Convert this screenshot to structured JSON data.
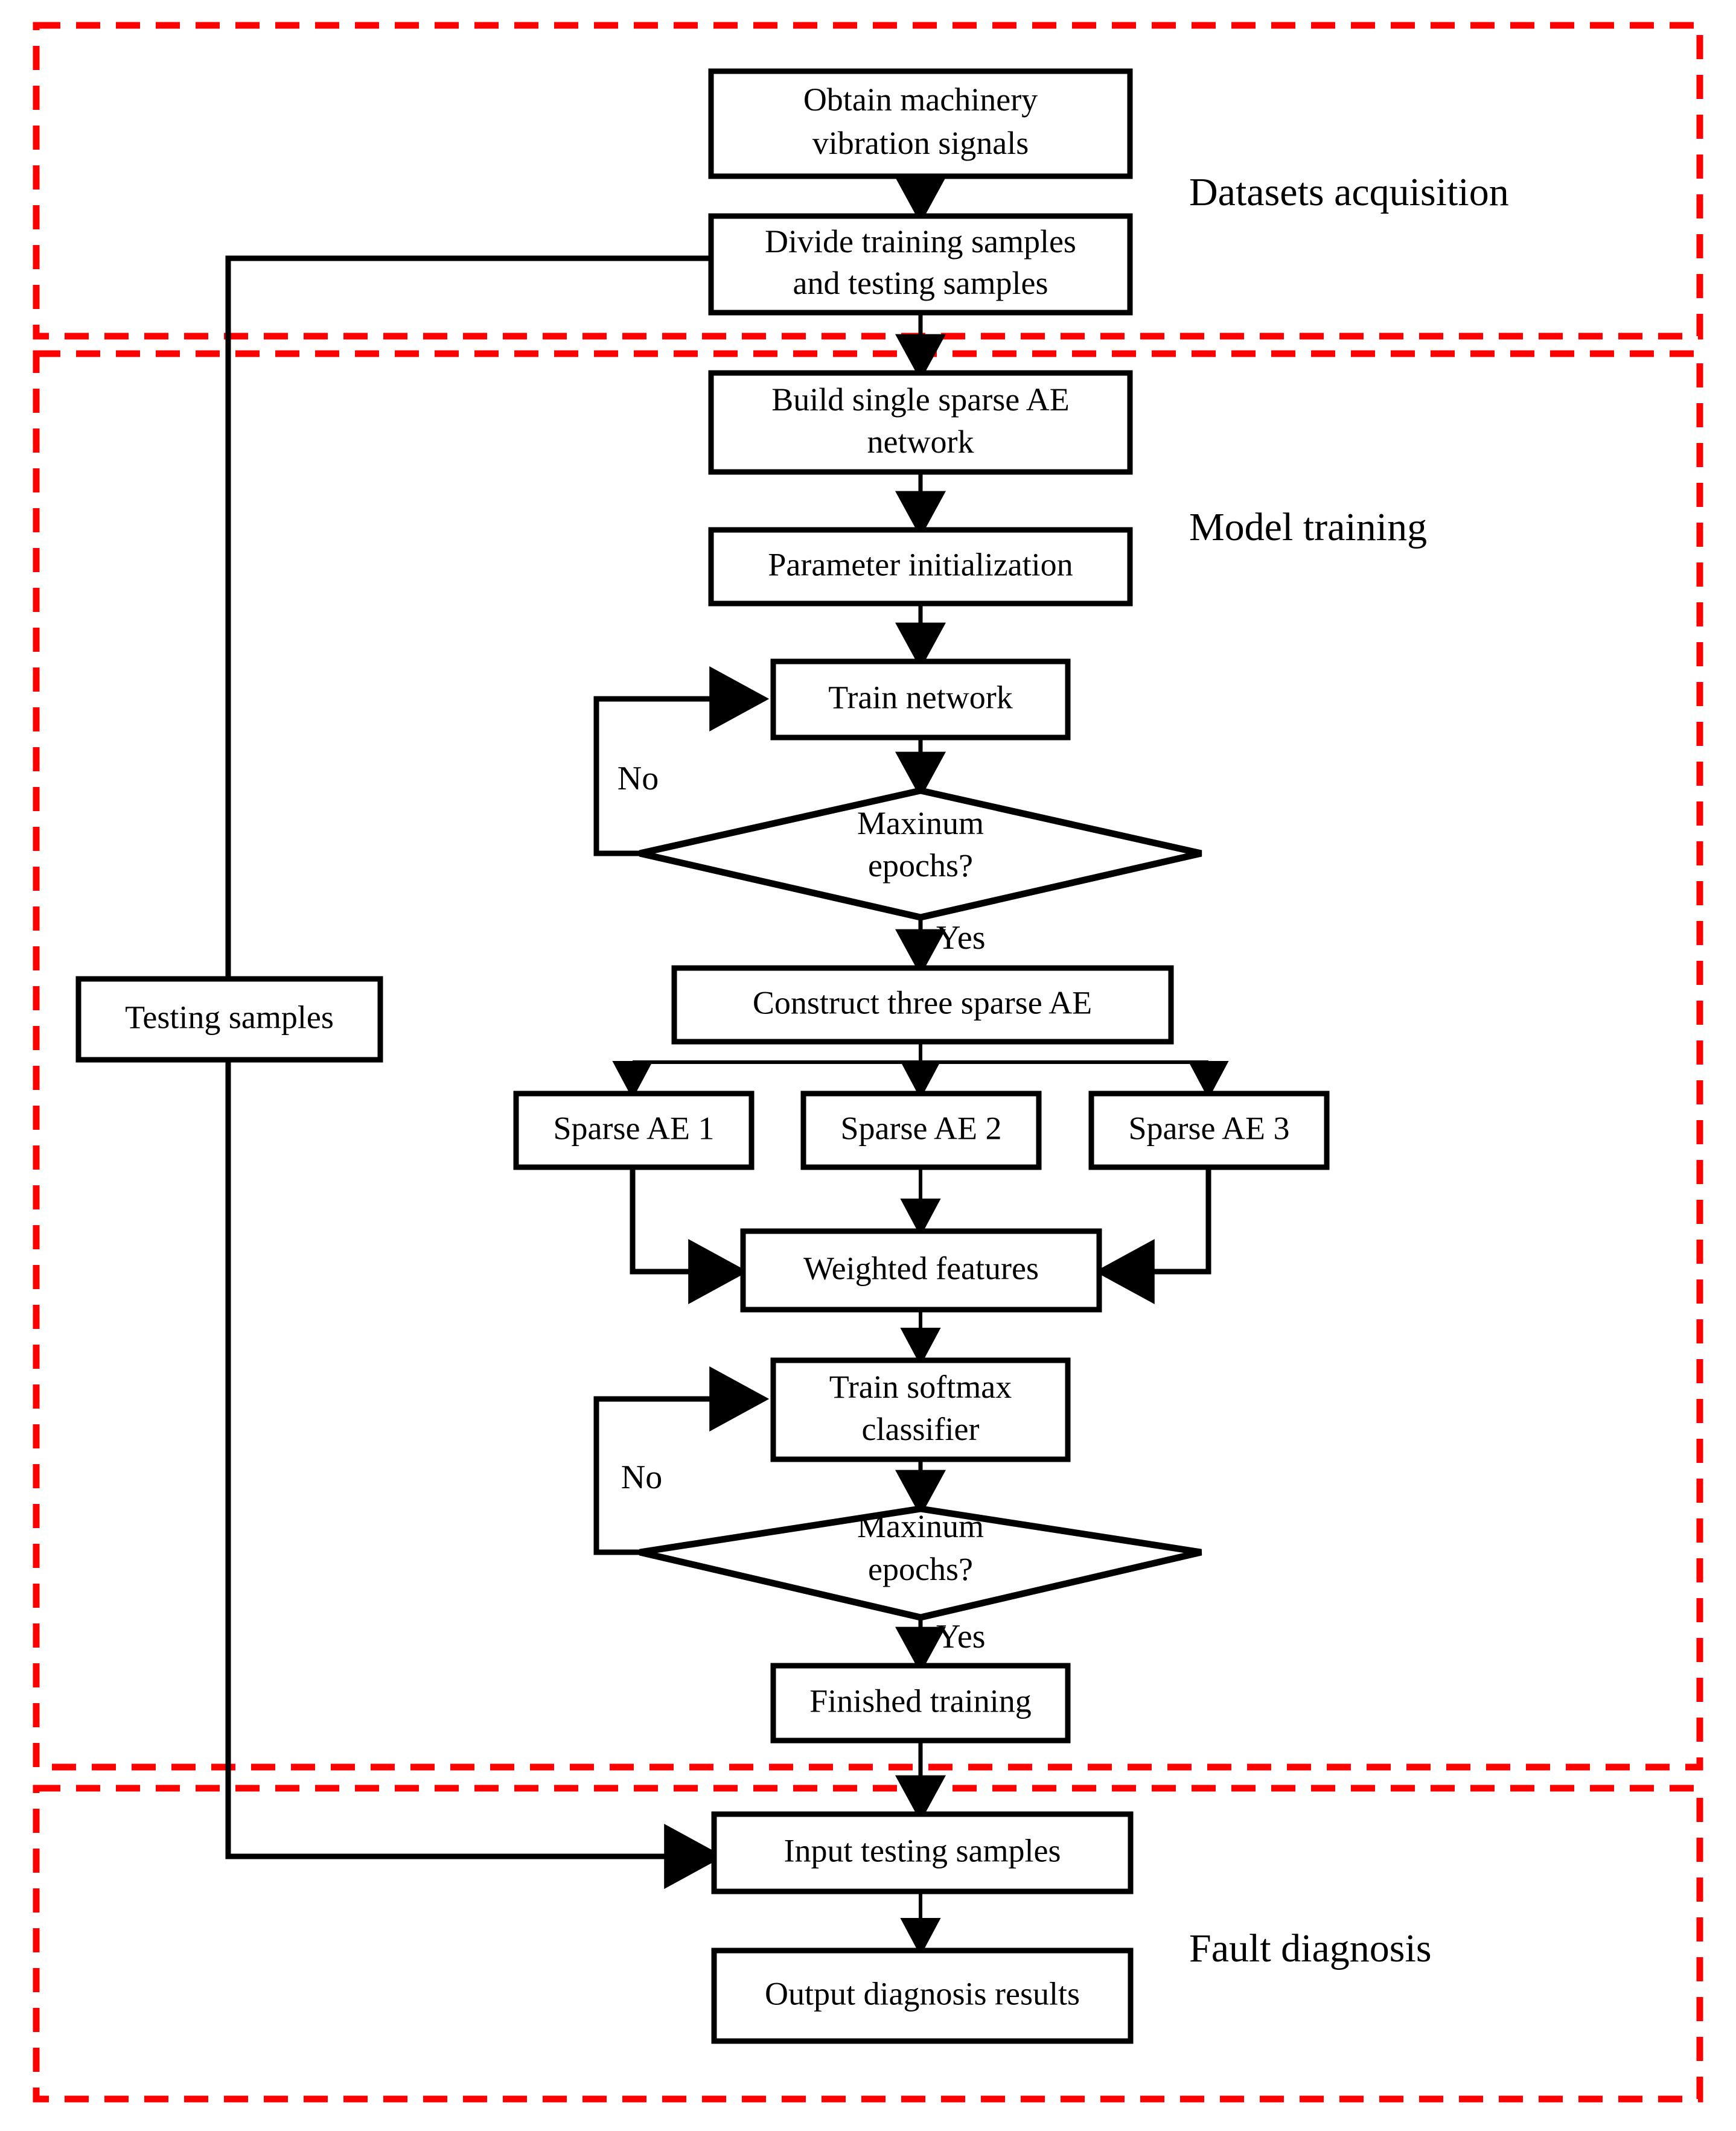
{
  "diagram": {
    "title": "Deep learning fault diagnosis flowchart",
    "accent_color": "#ff0000",
    "line_color": "#000000",
    "background": "#ffffff",
    "sections": [
      {
        "id": "datasets-acquisition",
        "label": "Datasets acquisition"
      },
      {
        "id": "model-training",
        "label": "Model training"
      },
      {
        "id": "fault-diagnosis",
        "label": "Fault diagnosis"
      }
    ],
    "nodes": [
      {
        "id": "obtain-signals",
        "shape": "process",
        "line1": "Obtain machinery",
        "line2": "vibration signals"
      },
      {
        "id": "divide-samples",
        "shape": "process",
        "line1": "Divide training samples",
        "line2": "and testing samples"
      },
      {
        "id": "build-sae",
        "shape": "process",
        "line1": "Build single sparse AE",
        "line2": "network"
      },
      {
        "id": "param-init",
        "shape": "process",
        "line1": "Parameter initialization",
        "line2": ""
      },
      {
        "id": "train-network",
        "shape": "process",
        "line1": "Train network",
        "line2": ""
      },
      {
        "id": "max-epochs-1",
        "shape": "decision",
        "line1": "Maxinum",
        "line2": "epochs?"
      },
      {
        "id": "construct-three-sae",
        "shape": "process",
        "line1": "Construct three sparse AE",
        "line2": ""
      },
      {
        "id": "sparse-ae-1",
        "shape": "process",
        "line1": "Sparse AE 1",
        "line2": ""
      },
      {
        "id": "sparse-ae-2",
        "shape": "process",
        "line1": "Sparse AE 2",
        "line2": ""
      },
      {
        "id": "sparse-ae-3",
        "shape": "process",
        "line1": "Sparse AE 3",
        "line2": ""
      },
      {
        "id": "weighted-features",
        "shape": "process",
        "line1": "Weighted features",
        "line2": ""
      },
      {
        "id": "train-softmax",
        "shape": "process",
        "line1": "Train softmax",
        "line2": "classifier"
      },
      {
        "id": "max-epochs-2",
        "shape": "decision",
        "line1": "Maxinum",
        "line2": "epochs?"
      },
      {
        "id": "finished-training",
        "shape": "process",
        "line1": "Finished training",
        "line2": ""
      },
      {
        "id": "testing-samples",
        "shape": "process",
        "line1": "Testing samples",
        "line2": ""
      },
      {
        "id": "input-testing-samples",
        "shape": "process",
        "line1": "Input testing samples",
        "line2": ""
      },
      {
        "id": "output-diagnosis",
        "shape": "process",
        "line1": "Output diagnosis results",
        "line2": ""
      }
    ],
    "edge_labels": {
      "no_1": "No",
      "yes_1": "Yes",
      "no_2": "No",
      "yes_2": "Yes"
    }
  }
}
